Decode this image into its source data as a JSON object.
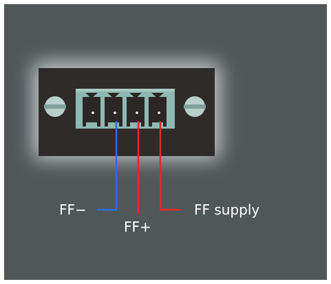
{
  "labels": {
    "ff_minus": "FF−",
    "ff_plus": "FF+",
    "ff_supply": "FF supply"
  },
  "colors": {
    "background": "#4f5759",
    "plate": "#2f2b29",
    "connector": "#8fb8b3",
    "screw": "#b8cfcc",
    "wire_minus": "#2e6bd8",
    "wire_plus": "#e02a2a",
    "wire_supply": "#e02a2a"
  },
  "connector": {
    "terminals": 4
  },
  "icons": [
    "screw-icon",
    "terminal-block-icon"
  ]
}
